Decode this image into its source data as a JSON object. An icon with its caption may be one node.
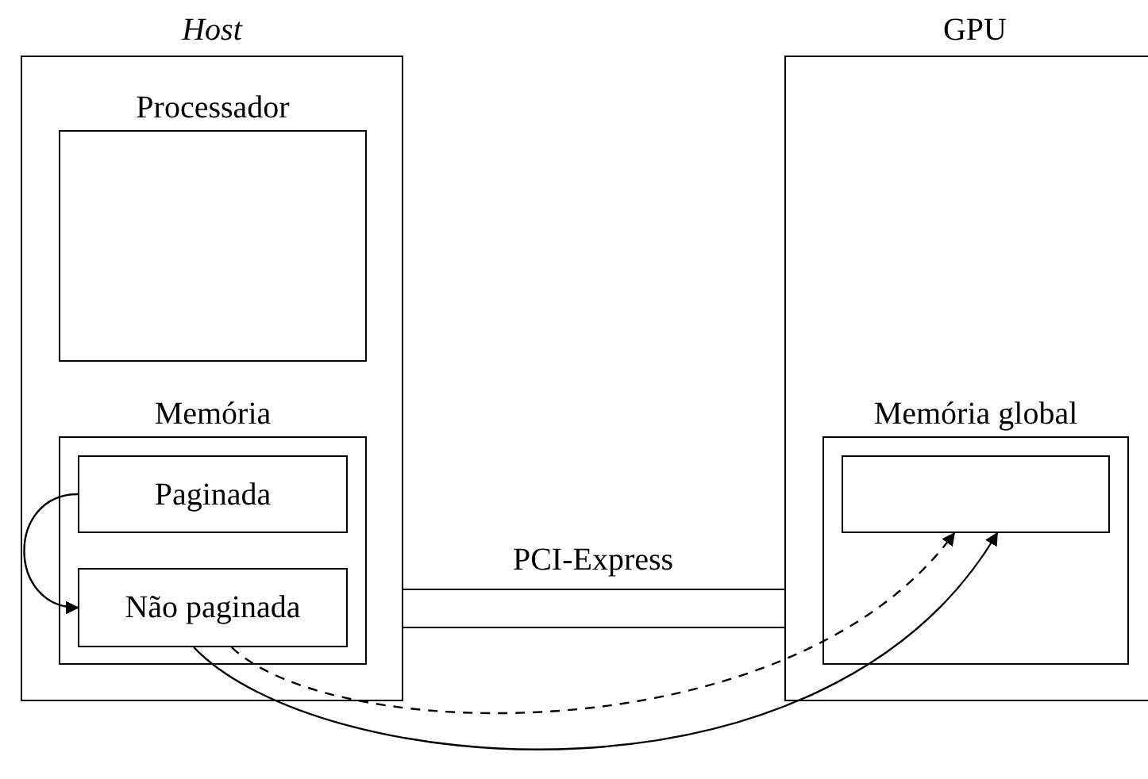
{
  "diagram": {
    "nodes": [
      {
        "text": [
          "Host"
        ]
      },
      {
        "text": [
          "Processador"
        ],
        "in": 0
      },
      {
        "text": [
          "Memória"
        ],
        "in": 0
      },
      {
        "text": [
          "Paginada"
        ],
        "in": 2
      },
      {
        "text": [
          "Não paginada"
        ],
        "in": 2
      },
      {
        "text": [
          "GPU"
        ]
      },
      {
        "text": [
          "Memória global"
        ],
        "in": 5
      },
      {
        "text": [],
        "shape": "box",
        "in": 6
      },
      {
        "text": [
          "PCI-Express"
        ]
      }
    ],
    "edges": [
      {
        "from": 3,
        "to": 4,
        "arrow": "to"
      },
      {
        "from": 4,
        "to": 7,
        "arrow": "to",
        "style": "dashed"
      },
      {
        "from": 4,
        "to": 7,
        "arrow": "to"
      }
    ]
  }
}
